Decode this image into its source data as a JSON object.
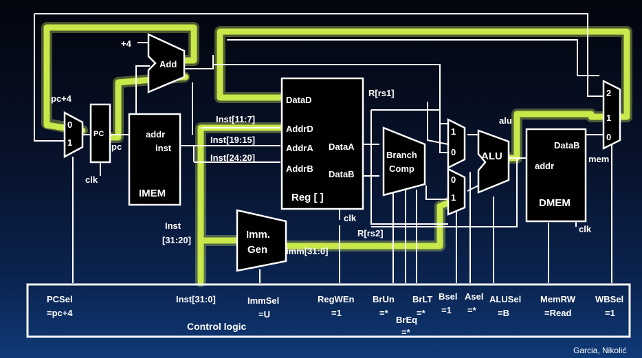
{
  "diagram": {
    "labels": {
      "plus4": "+4",
      "add": "Add",
      "pc_plus4": "pc+4",
      "mux_in0": "0",
      "mux_in1": "1",
      "pc": "PC",
      "pc_out": "pc",
      "clk": "clk",
      "addr": "addr",
      "inst": "inst",
      "imem": "IMEM",
      "inst_11_7": "Inst[11:7]",
      "inst_19_15": "Inst[19:15]",
      "inst_24_20": "Inst[24:20]",
      "inst_31_20_a": "Inst",
      "inst_31_20_b": "[31:20]",
      "datad": "DataD",
      "addrd": "AddrD",
      "addra": "AddrA",
      "addrb": "AddrB",
      "dataa": "DataA",
      "datab": "DataB",
      "reg": "Reg [ ]",
      "r_rs1": "R[rs1]",
      "r_rs2": "R[rs2]",
      "branch": "Branch",
      "comp": "Comp",
      "imm": "Imm.",
      "gen": "Gen",
      "imm_out": "imm[31:0]",
      "alu": "ALU",
      "alu_out": "alu",
      "dmem_addr": "addr",
      "dmem_datab": "DataB",
      "dmem": "DMEM",
      "mem": "mem",
      "wb_2": "2",
      "wb_1": "1",
      "wb_0": "0"
    },
    "control": {
      "pcsel_a": "PCSel",
      "pcsel_b": "=pc+4",
      "inst": "Inst[31:0]",
      "immsel_a": "ImmSel",
      "immsel_b": "=U",
      "regwen_a": "RegWEn",
      "regwen_b": "=1",
      "brun_a": "BrUn",
      "brun_b": "=*",
      "breq_a": "BrEq",
      "breq_b": "=*",
      "brlt_a": "BrLT",
      "brlt_b": "=*",
      "bsel_a": "Bsel",
      "bsel_b": "=1",
      "asel_a": "Asel",
      "asel_b": "=*",
      "alusel_a": "ALUSel",
      "alusel_b": "=B",
      "memrw_a": "MemRW",
      "memrw_b": "=Read",
      "wbsel_a": "WBSel",
      "wbsel_b": "=1",
      "title": "Control logic"
    },
    "credit": "Garcia, Nikolić"
  }
}
